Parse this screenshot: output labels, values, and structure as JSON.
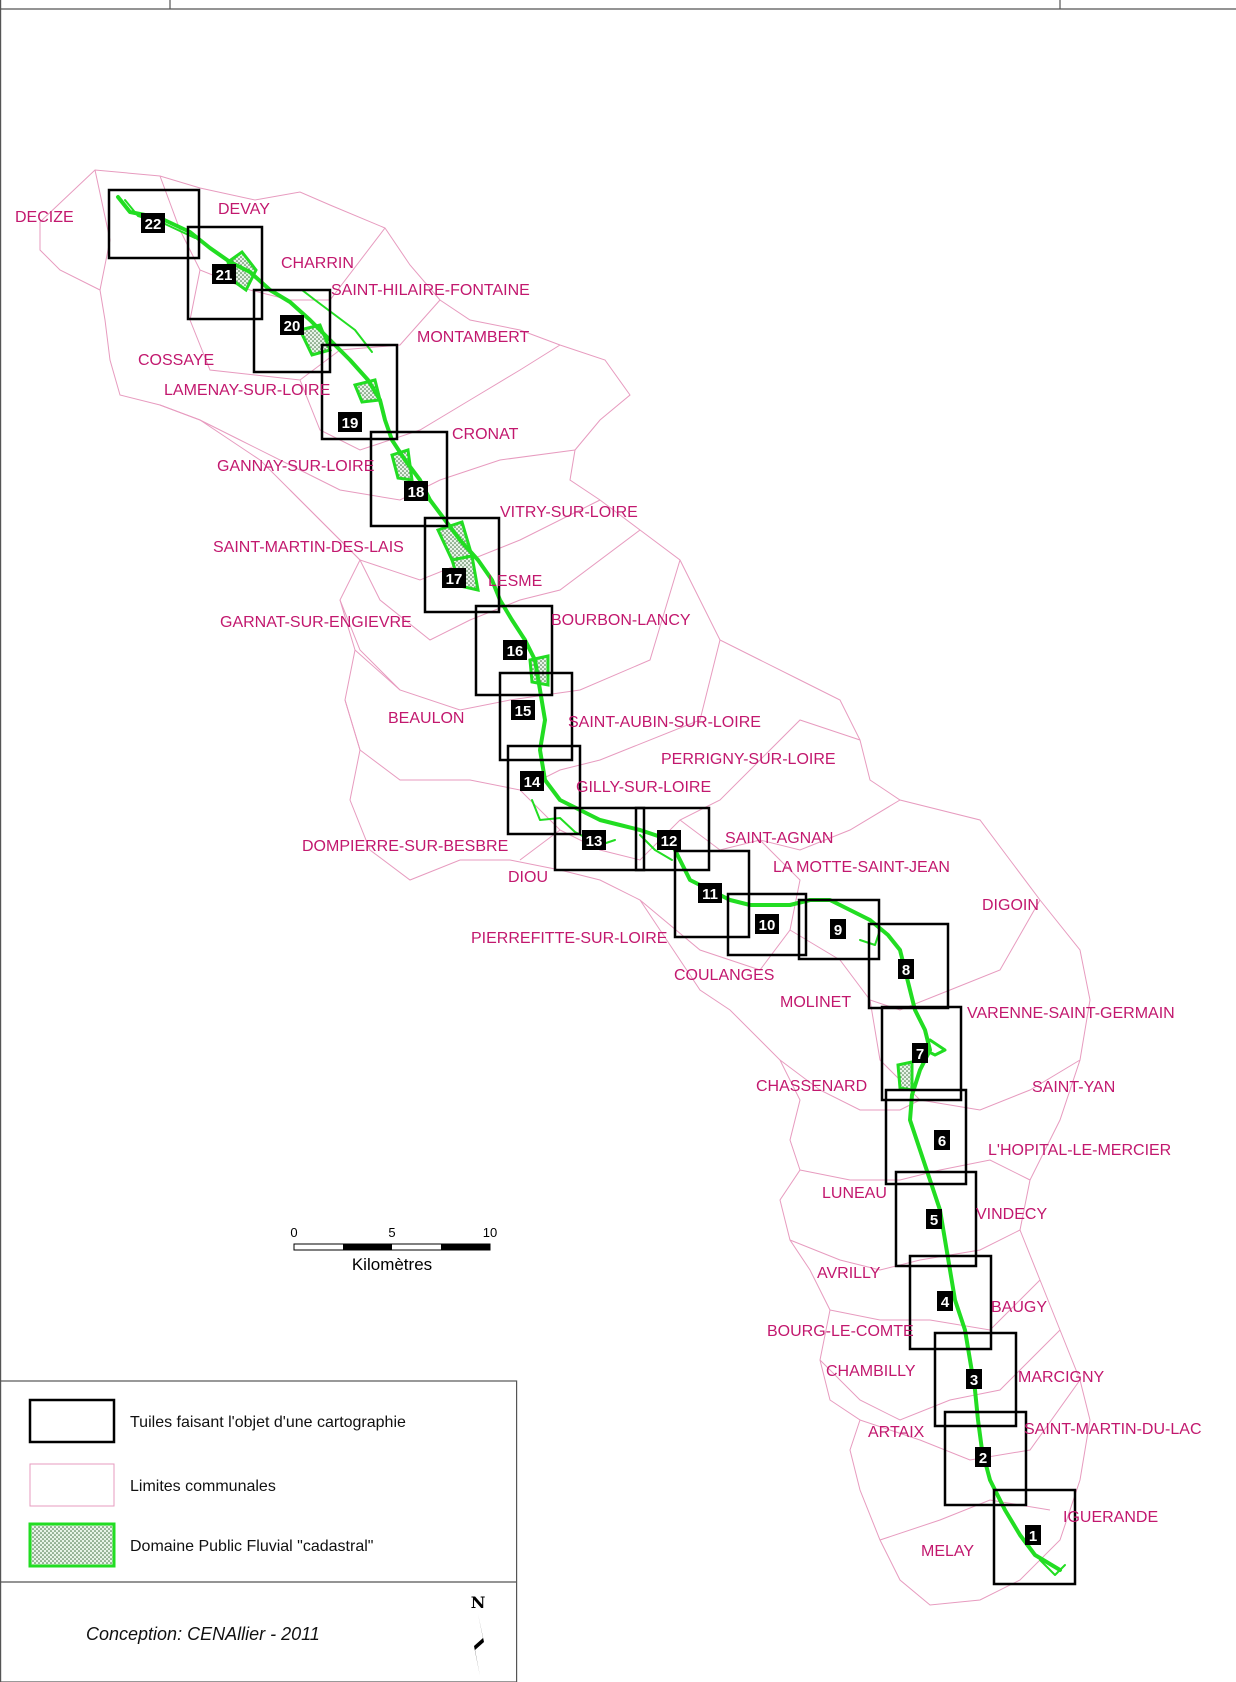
{
  "communes": [
    "DECIZE",
    "DEVAY",
    "CHARRIN",
    "SAINT-HILAIRE-FONTAINE",
    "MONTAMBERT",
    "COSSAYE",
    "LAMENAY-SUR-LOIRE",
    "CRONAT",
    "GANNAY-SUR-LOIRE",
    "VITRY-SUR-LOIRE",
    "SAINT-MARTIN-DES-LAIS",
    "LESME",
    "GARNAT-SUR-ENGIEVRE",
    "BOURBON-LANCY",
    "BEAULON",
    "SAINT-AUBIN-SUR-LOIRE",
    "PERRIGNY-SUR-LOIRE",
    "GILLY-SUR-LOIRE",
    "DOMPIERRE-SUR-BESBRE",
    "SAINT-AGNAN",
    "DIOU",
    "LA MOTTE-SAINT-JEAN",
    "DIGOIN",
    "PIERREFITTE-SUR-LOIRE",
    "COULANGES",
    "MOLINET",
    "VARENNE-SAINT-GERMAIN",
    "CHASSENARD",
    "SAINT-YAN",
    "L'HOPITAL-LE-MERCIER",
    "LUNEAU",
    "VINDECY",
    "AVRILLY",
    "BAUGY",
    "BOURG-LE-COMTE",
    "CHAMBILLY",
    "MARCIGNY",
    "ARTAIX",
    "SAINT-MARTIN-DU-LAC",
    "IGUERANDE",
    "MELAY"
  ],
  "tiles": [
    "22",
    "21",
    "20",
    "19",
    "18",
    "17",
    "16",
    "15",
    "14",
    "13",
    "12",
    "11",
    "10",
    "9",
    "8",
    "7",
    "6",
    "5",
    "4",
    "3",
    "2",
    "1"
  ],
  "scalebar": {
    "ticks": [
      "0",
      "5",
      "10"
    ],
    "unit": "Kilomètres"
  },
  "legend": {
    "tiles_label": "Tuiles faisant l'objet d'une cartographie",
    "limits_label": "Limites communales",
    "dpf_label": "Domaine Public Fluvial \"cadastral\""
  },
  "credit": "Conception: CENAllier - 2011",
  "north_label": "N",
  "colors": {
    "river": "#22dd22",
    "communes": "#c2186e",
    "limits": "#e79bbf",
    "tiles": "#000000"
  }
}
